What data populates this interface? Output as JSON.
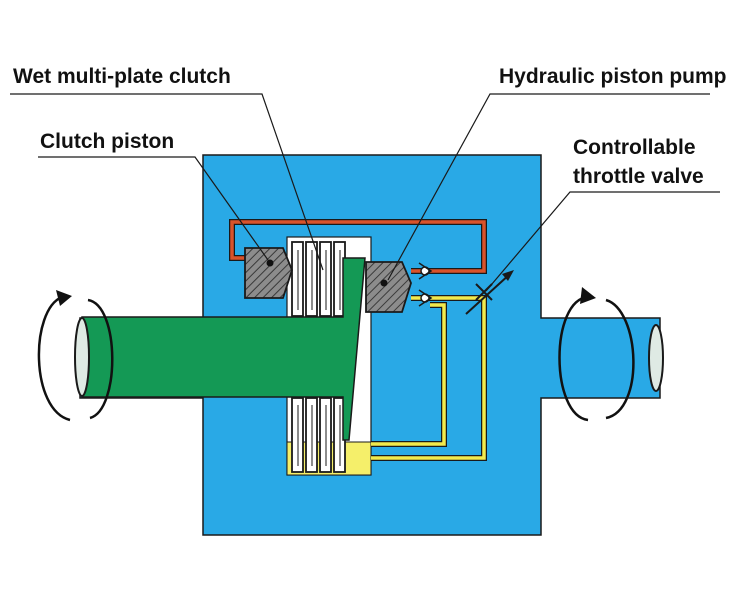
{
  "labels": {
    "wet_clutch": "Wet multi-plate clutch",
    "pump": "Hydraulic piston pump",
    "clutch_piston": "Clutch piston",
    "throttle_line1": "Controllable",
    "throttle_line2": "throttle valve"
  },
  "colors": {
    "housing": "#29a9e6",
    "housing_stroke": "#1a1a1a",
    "input_shaft": "#149955",
    "output_shaft": "#29a9e6",
    "oil_pressure_line": "#d9532b",
    "oil_return_line": "#f2ea4c",
    "oil_sump": "#f5ef6a",
    "piston_hatch": "#8c8c8c",
    "clutch_plate": "#ffffff"
  }
}
